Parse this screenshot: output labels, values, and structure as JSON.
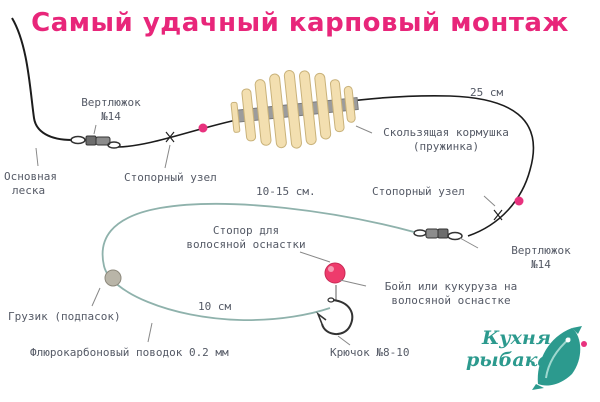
{
  "title": "Самый удачный карповый монтаж",
  "labels": {
    "swivel_top_1": "Вертлюжок",
    "swivel_top_2": "№14",
    "main_line_1": "Основная",
    "main_line_2": "леска",
    "stopper_knot_top": "Стопорный узел",
    "feeder_1": "Скользящая кормушка",
    "feeder_2": "(пружинка)",
    "dist_25": "25 см",
    "stopper_knot_right": "Стопорный узел",
    "dist_10_15": "10-15 см.",
    "hair_stop_1": "Стопор для",
    "hair_stop_2": "волосяной оснастки",
    "swivel_right_1": "Вертлюжок",
    "swivel_right_2": "№14",
    "boilie_1": "Бойл или кукуруза на",
    "boilie_2": "волосяной оснастке",
    "dist_10": "10 см",
    "sinker": "Грузик (подпасок)",
    "leader": "Флюрокарбоновый поводок 0.2 мм",
    "hook": "Крючок №8-10"
  },
  "logo": {
    "line1": "Кухня",
    "line2": "рыбака"
  },
  "colors": {
    "title": "#e8267a",
    "main_line": "#1c1c1c",
    "leader": "#8fb2ac",
    "feeder": "#f3dfb0",
    "bead": "#e8327e",
    "sinker": "#b9b5a8",
    "boilie": "#ee3b6c",
    "label_text": "#555a66",
    "logo": "#2c9a8e"
  },
  "icons": [
    "swivel-icon",
    "bead-icon",
    "feeder-spring-icon",
    "hook-icon",
    "sinker-icon",
    "boilie-icon",
    "carp-fish-icon"
  ]
}
